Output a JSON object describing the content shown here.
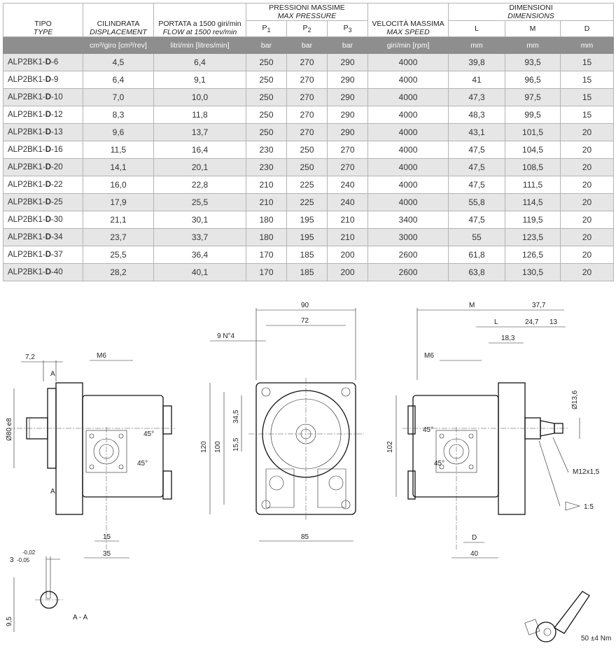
{
  "table": {
    "headers": {
      "tipo": {
        "it": "TIPO",
        "en": "TYPE"
      },
      "cilindrata": {
        "it": "CILINDRATA",
        "en": "DISPLACEMENT"
      },
      "portata": {
        "it": "PORTATA a 1500 giri/min",
        "en": "FLOW at 1500 rev/min"
      },
      "pressioni": {
        "it": "PRESSIONI MASSIME",
        "en": "MAX PRESSURE"
      },
      "velocita": {
        "it": "VELOCITÀ MASSIMA",
        "en": "MAX SPEED"
      },
      "dimensioni": {
        "it": "DIMENSIONI",
        "en": "DIMENSIONS"
      },
      "p1": "P",
      "p1sub": "1",
      "p2": "P",
      "p2sub": "2",
      "p3": "P",
      "p3sub": "3",
      "l": "L",
      "m": "M",
      "d": "D"
    },
    "units": {
      "tipo": "",
      "cilindrata": "cm³/giro [cm³/rev]",
      "portata": "litri/min [litres/min]",
      "p1": "bar",
      "p2": "bar",
      "p3": "bar",
      "velocita": "giri/min [rpm]",
      "l": "mm",
      "m": "mm",
      "d": "mm"
    },
    "rows": [
      {
        "prefix": "ALP2BK1-",
        "d": "D",
        "suffix": "-6",
        "disp": "4,5",
        "flow": "6,4",
        "p1": "250",
        "p2": "270",
        "p3": "290",
        "speed": "4000",
        "l": "39,8",
        "m": "93,5",
        "dd": "15"
      },
      {
        "prefix": "ALP2BK1-",
        "d": "D",
        "suffix": "-9",
        "disp": "6,4",
        "flow": "9,1",
        "p1": "250",
        "p2": "270",
        "p3": "290",
        "speed": "4000",
        "l": "41",
        "m": "96,5",
        "dd": "15"
      },
      {
        "prefix": "ALP2BK1-",
        "d": "D",
        "suffix": "-10",
        "disp": "7,0",
        "flow": "10,0",
        "p1": "250",
        "p2": "270",
        "p3": "290",
        "speed": "4000",
        "l": "47,3",
        "m": "97,5",
        "dd": "15"
      },
      {
        "prefix": "ALP2BK1-",
        "d": "D",
        "suffix": "-12",
        "disp": "8,3",
        "flow": "11,8",
        "p1": "250",
        "p2": "270",
        "p3": "290",
        "speed": "4000",
        "l": "48,3",
        "m": "99,5",
        "dd": "15"
      },
      {
        "prefix": "ALP2BK1-",
        "d": "D",
        "suffix": "-13",
        "disp": "9,6",
        "flow": "13,7",
        "p1": "250",
        "p2": "270",
        "p3": "290",
        "speed": "4000",
        "l": "43,1",
        "m": "101,5",
        "dd": "20"
      },
      {
        "prefix": "ALP2BK1-",
        "d": "D",
        "suffix": "-16",
        "disp": "11,5",
        "flow": "16,4",
        "p1": "230",
        "p2": "250",
        "p3": "270",
        "speed": "4000",
        "l": "47,5",
        "m": "104,5",
        "dd": "20"
      },
      {
        "prefix": "ALP2BK1-",
        "d": "D",
        "suffix": "-20",
        "disp": "14,1",
        "flow": "20,1",
        "p1": "230",
        "p2": "250",
        "p3": "270",
        "speed": "4000",
        "l": "47,5",
        "m": "108,5",
        "dd": "20"
      },
      {
        "prefix": "ALP2BK1-",
        "d": "D",
        "suffix": "-22",
        "disp": "16,0",
        "flow": "22,8",
        "p1": "210",
        "p2": "225",
        "p3": "240",
        "speed": "4000",
        "l": "47,5",
        "m": "111,5",
        "dd": "20"
      },
      {
        "prefix": "ALP2BK1-",
        "d": "D",
        "suffix": "-25",
        "disp": "17,9",
        "flow": "25,5",
        "p1": "210",
        "p2": "225",
        "p3": "240",
        "speed": "4000",
        "l": "55,8",
        "m": "114,5",
        "dd": "20"
      },
      {
        "prefix": "ALP2BK1-",
        "d": "D",
        "suffix": "-30",
        "disp": "21,1",
        "flow": "30,1",
        "p1": "180",
        "p2": "195",
        "p3": "210",
        "speed": "3400",
        "l": "47,5",
        "m": "119,5",
        "dd": "20"
      },
      {
        "prefix": "ALP2BK1-",
        "d": "D",
        "suffix": "-34",
        "disp": "23,7",
        "flow": "33,7",
        "p1": "180",
        "p2": "195",
        "p3": "210",
        "speed": "3000",
        "l": "55",
        "m": "123,5",
        "dd": "20"
      },
      {
        "prefix": "ALP2BK1-",
        "d": "D",
        "suffix": "-37",
        "disp": "25,5",
        "flow": "36,4",
        "p1": "170",
        "p2": "185",
        "p3": "200",
        "speed": "2600",
        "l": "61,8",
        "m": "126,5",
        "dd": "20"
      },
      {
        "prefix": "ALP2BK1-",
        "d": "D",
        "suffix": "-40",
        "disp": "28,2",
        "flow": "40,1",
        "p1": "170",
        "p2": "185",
        "p3": "200",
        "speed": "2600",
        "l": "63,8",
        "m": "130,5",
        "dd": "20"
      }
    ]
  },
  "drawings": {
    "side": {
      "dim_7_2": "7,2",
      "dim_m6": "M6",
      "section_a": "A",
      "dim_d80": "Ø80 e8",
      "angle": "45°",
      "dim_15": "15",
      "dim_35": "35"
    },
    "front": {
      "dim_90": "90",
      "dim_72": "72",
      "dim_9n4": "9 N°4",
      "dim_34_5": "34,5",
      "dim_15_5": "15,5",
      "dim_120": "120",
      "dim_100": "100",
      "dim_85": "85"
    },
    "rear": {
      "dim_m": "M",
      "dim_37_7": "37,7",
      "dim_l": "L",
      "dim_24_7": "24,7",
      "dim_13": "13",
      "dim_18_3": "18,3",
      "dim_m6": "M6",
      "dim_d13_6": "Ø13,6",
      "dim_102": "102",
      "angle": "45°",
      "dim_m12": "M12x1,5",
      "taper": "1:5",
      "dim_d": "D",
      "dim_40": "40"
    },
    "key": {
      "tol_upper": "-0,02",
      "tol_lower": "-0,05",
      "dim_3": "3",
      "dim_9_5": "9,5",
      "section_label": "A - A"
    },
    "torque": "50 ±4 Nm"
  }
}
